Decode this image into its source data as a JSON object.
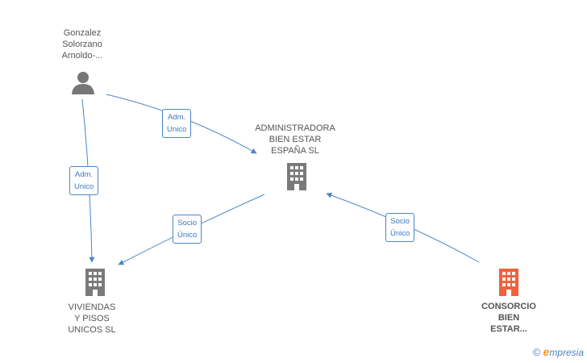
{
  "nodes": {
    "person": {
      "lines": [
        "Gonzalez",
        "Solorzano",
        "Arnoldo-..."
      ]
    },
    "admin": {
      "lines": [
        "ADMINISTRADORA",
        "BIEN ESTAR",
        "ESPAÑA SL"
      ]
    },
    "viviendas": {
      "lines": [
        "VIVIENDAS",
        "Y PISOS",
        "UNICOS SL"
      ]
    },
    "consorcio": {
      "lines": [
        "CONSORCIO",
        "BIEN",
        "ESTAR..."
      ]
    }
  },
  "edges": {
    "person_admin": {
      "lines": [
        "Adm.",
        "Unico"
      ]
    },
    "person_viviendas": {
      "lines": [
        "Adm.",
        "Unico"
      ]
    },
    "admin_viviendas": {
      "lines": [
        "Socio",
        "Único"
      ]
    },
    "consorcio_admin": {
      "lines": [
        "Socio",
        "Único"
      ]
    }
  },
  "footer": {
    "copyright_symbol": "©",
    "brand_initial": "e",
    "brand_rest": "mpresia"
  },
  "colors": {
    "edge": "#4a86c8",
    "building": "#7a7a7a",
    "highlight": "#f0623a",
    "person": "#777777"
  },
  "icons": {
    "person": "person-icon",
    "building": "building-icon",
    "highlight_building": "building-highlight-icon"
  }
}
